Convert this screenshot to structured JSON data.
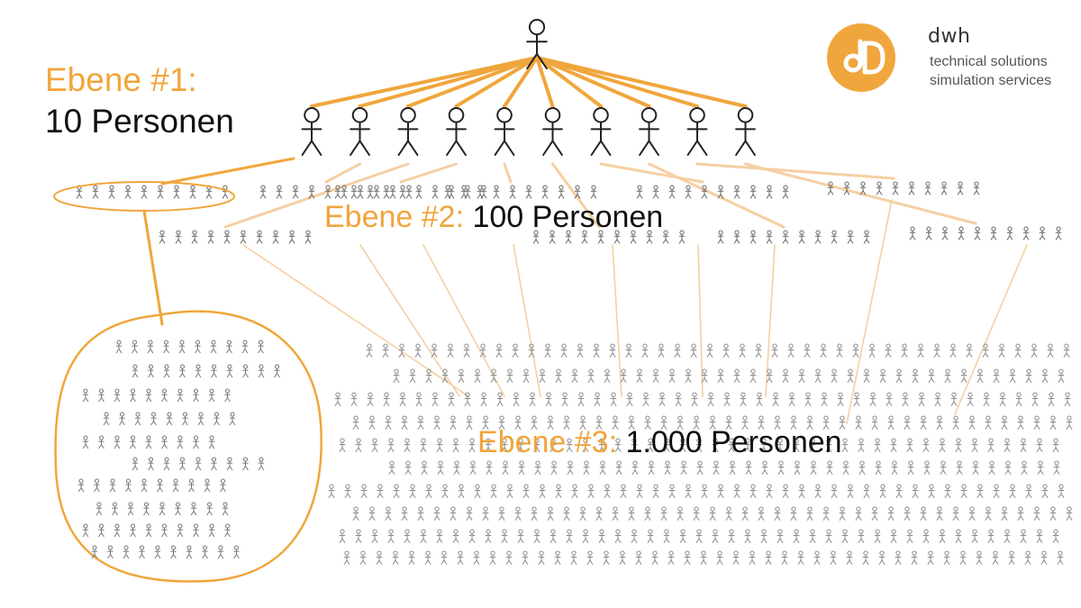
{
  "levels": {
    "level1": {
      "prefix": "Ebene #1:",
      "count": "10 Personen"
    },
    "level2": {
      "prefix": "Ebene #2:",
      "count": "100 Personen"
    },
    "level3": {
      "prefix": "Ebene #3:",
      "count": "1.000 Personen"
    }
  },
  "logo": {
    "brand": "dwh",
    "tagline1": "technical solutions",
    "tagline2": "simulation services",
    "mark_glyph": "dD",
    "icon": "dwh-logo-icon"
  },
  "colors": {
    "accent": "#f0a63c",
    "line_light": "#f6cfa2",
    "figure_dark": "#222222",
    "figure_grey": "#777777",
    "text": "#111111"
  },
  "structure": {
    "root_persons": 1,
    "level1_persons": 10,
    "level2_persons": 100,
    "level3_persons": 1000
  },
  "icons": [
    "stick-figure-icon",
    "dwh-logo-icon"
  ]
}
